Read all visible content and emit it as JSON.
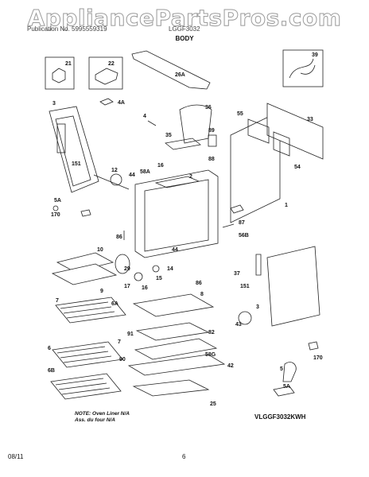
{
  "watermark": "AppliancePartsPros.com",
  "header": {
    "left": "Publication No. 5995559319",
    "right": "LGGF3032"
  },
  "section_title": "BODY",
  "parts": {
    "p21": "21",
    "p22": "22",
    "p39": "39",
    "p26a": "26A",
    "p3a": "3",
    "p4a": "4A",
    "p151a": "151",
    "p4": "4",
    "p36": "36",
    "p35": "35",
    "p89": "89",
    "p88": "88",
    "p55": "55",
    "p33": "33",
    "p54": "54",
    "p12": "12",
    "p44a": "44",
    "p16": "16",
    "p58a": "58A",
    "p2": "2",
    "p1": "1",
    "p5a": "5A",
    "p170a": "170",
    "p86a": "86",
    "p87": "87",
    "p56b": "56B",
    "p10": "10",
    "p9": "9",
    "p29": "29",
    "p14": "14",
    "p15": "15",
    "p16b": "16",
    "p17": "17",
    "p44b": "44",
    "p86b": "86",
    "p37": "37",
    "p151b": "151",
    "p7a": "7",
    "p6a": "6A",
    "p8": "8",
    "p43": "43",
    "p3b": "3",
    "p91": "91",
    "p7b": "7",
    "p82": "82",
    "p58g": "58G",
    "p90": "90",
    "p42": "42",
    "p6": "6",
    "p6b": "6B",
    "p25": "25",
    "p5b": "5",
    "p5a2": "5A",
    "p170b": "170"
  },
  "note_line1": "NOTE: Oven Liner N/A",
  "note_line2": "Ass. du four N/A",
  "model_code": "VLGGF3032KWH",
  "footer": {
    "date": "08/11",
    "page_number": "6"
  }
}
